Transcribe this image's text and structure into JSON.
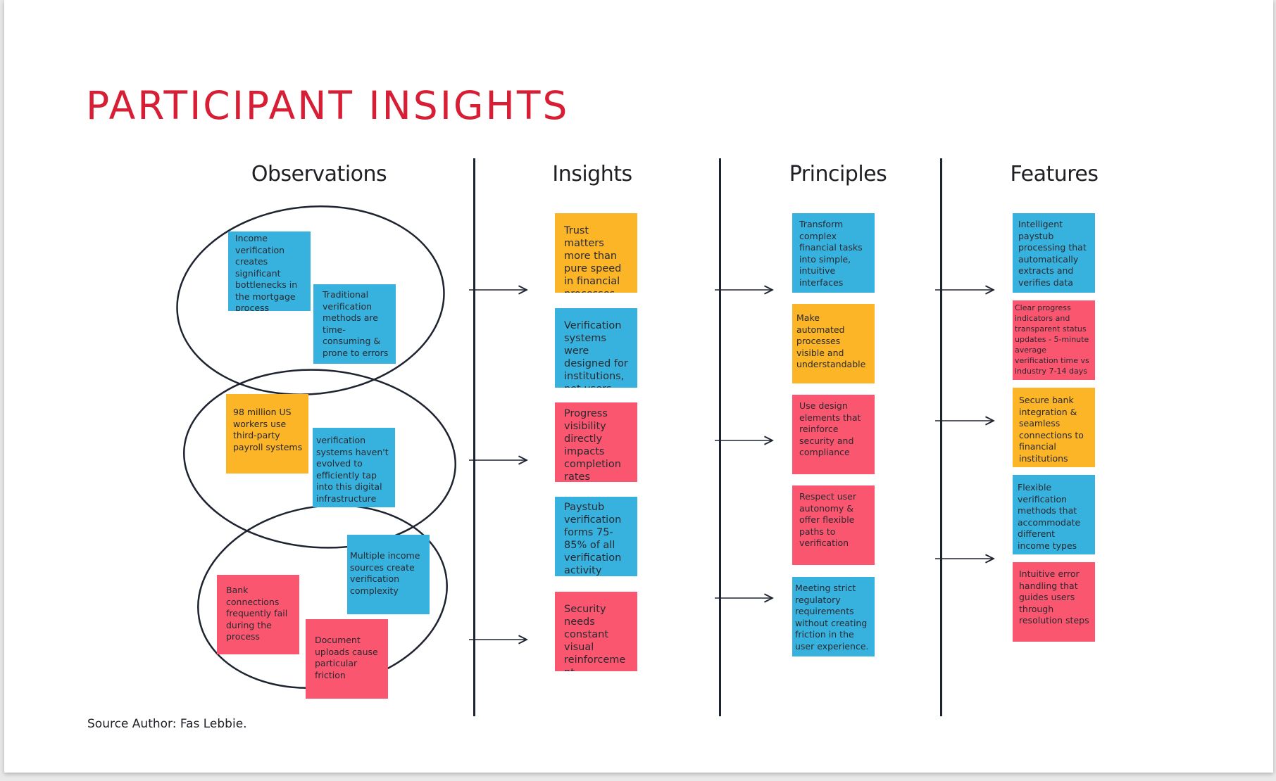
{
  "title": "PARTICIPANT INSIGHTS",
  "columns": {
    "observations": "Observations",
    "insights": "Insights",
    "principles": "Principles",
    "features": "Features"
  },
  "colors": {
    "title": "#d81e34",
    "blue": "#37b2df",
    "yellow": "#fcb527",
    "pink": "#fb5670",
    "divider": "#1e2330"
  },
  "observations": {
    "group1": [
      {
        "text": "Income verification creates significant bottlenecks in the mortgage process",
        "color": "blue"
      },
      {
        "text": "Traditional verification methods are time-consuming & prone to errors",
        "color": "blue"
      }
    ],
    "group2": [
      {
        "text": "98 million US workers use third-party payroll systems",
        "color": "yellow"
      },
      {
        "text": "verification systems haven't evolved to efficiently tap into this digital infrastructure",
        "color": "blue"
      }
    ],
    "group3": [
      {
        "text": "Multiple income sources create verification complexity",
        "color": "blue"
      },
      {
        "text": "Bank connections frequently fail during the process",
        "color": "pink"
      },
      {
        "text": "Document uploads cause particular friction",
        "color": "pink"
      }
    ]
  },
  "insights": [
    {
      "text": "Trust matters more than pure speed in financial processes",
      "color": "yellow"
    },
    {
      "text": "Verification systems were designed for institutions, not users",
      "color": "blue"
    },
    {
      "text": "Progress visibility directly impacts completion rates",
      "color": "pink"
    },
    {
      "text": "Paystub verification forms 75-85% of all verification activity",
      "color": "blue"
    },
    {
      "text": "Security needs constant visual reinforcement",
      "color": "pink"
    }
  ],
  "principles": [
    {
      "text": "Transform complex financial tasks into simple, intuitive interfaces",
      "color": "blue"
    },
    {
      "text": "Make automated processes visible and understandable",
      "color": "yellow"
    },
    {
      "text": "Use design elements that reinforce security and compliance",
      "color": "pink"
    },
    {
      "text": "Respect user autonomy & offer flexible paths to verification",
      "color": "pink"
    },
    {
      "text": "Meeting strict regulatory requirements without creating friction in the user experience.",
      "color": "blue"
    }
  ],
  "features": [
    {
      "text": "Intelligent paystub processing that automatically extracts and verifies data",
      "color": "blue"
    },
    {
      "text": "Clear progress indicators and transparent status updates - 5-minute average verification time vs industry 7-14 days",
      "color": "pink"
    },
    {
      "text": "Secure bank integration & seamless connections to financial institutions",
      "color": "yellow"
    },
    {
      "text": "Flexible verification methods that accommodate different income types",
      "color": "blue"
    },
    {
      "text": "Intuitive error handling that guides users through resolution steps",
      "color": "pink"
    }
  ],
  "source": "Source Author: Fas Lebbie."
}
